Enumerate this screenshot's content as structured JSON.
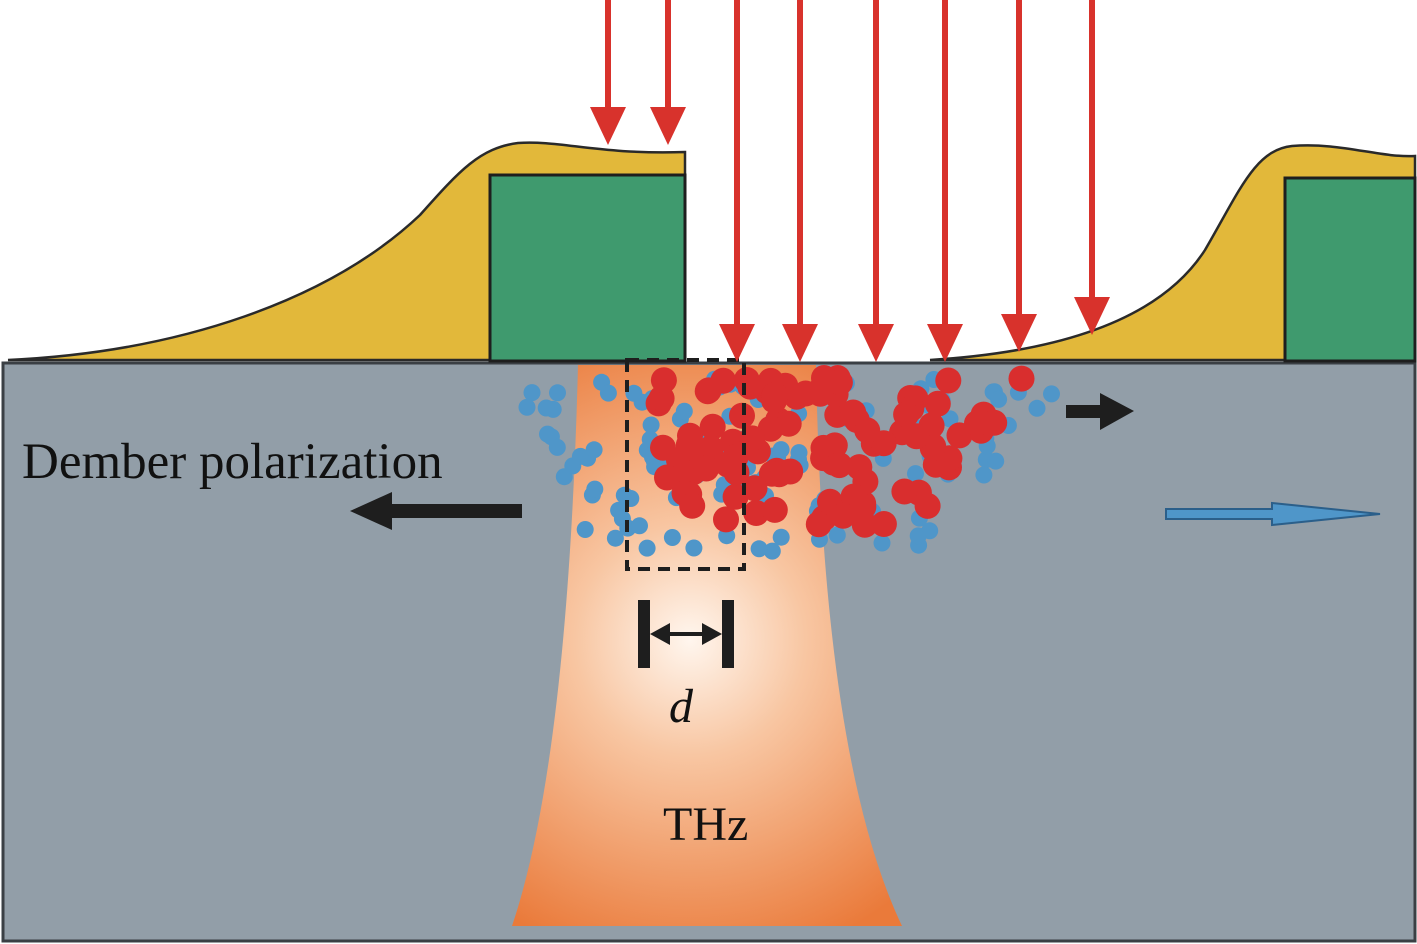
{
  "labels": {
    "polarization": "Dember polarization",
    "gap": "d",
    "emission": "THz"
  },
  "colors": {
    "substrate": "#929ea8",
    "substrate_edge": "#3a3f44",
    "electrode_green": "#3f9a6e",
    "field_gold": "#e2b83a",
    "laser_red": "#d8322c",
    "electron_red": "#d92e2e",
    "hole_blue": "#4f96c9",
    "thz_orange": "#ec7c3c",
    "arrow_black": "#1e1e1e",
    "arrow_blue": "#4f96c9"
  }
}
